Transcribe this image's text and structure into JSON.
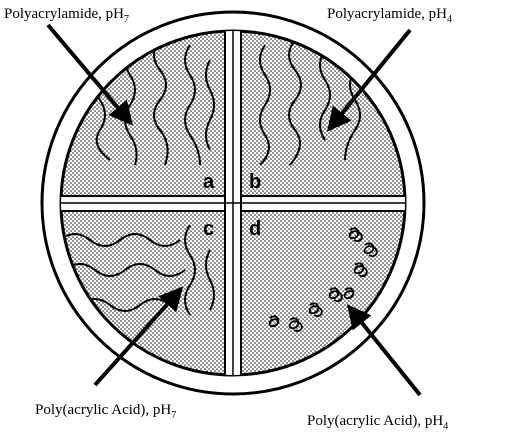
{
  "labels": {
    "top_left": {
      "text": "Polyacrylamide, pH",
      "sub": "7"
    },
    "top_right": {
      "text": "Polyacrylamide, pH",
      "sub": "4"
    },
    "bottom_left": {
      "text": "Poly(acrylic Acid), pH",
      "sub": "7"
    },
    "bottom_right": {
      "text": "Poly(acrylic Acid), pH",
      "sub": "4"
    }
  },
  "quadrants": {
    "a": "a",
    "b": "b",
    "c": "c",
    "d": "d"
  }
}
